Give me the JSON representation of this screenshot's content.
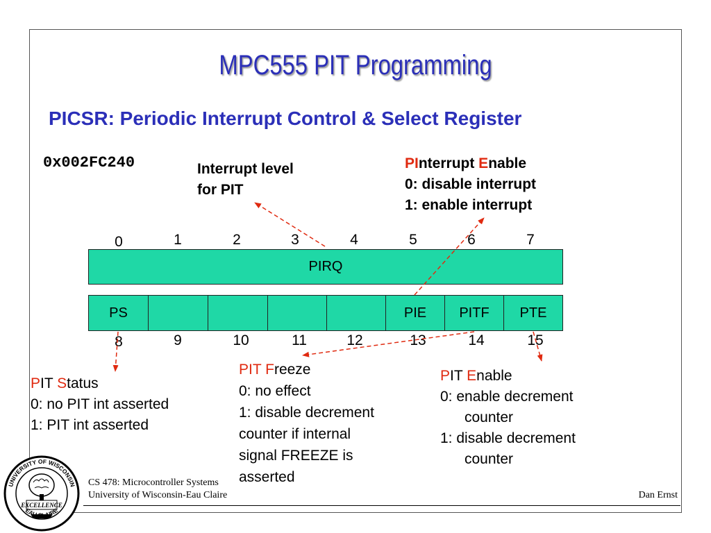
{
  "slide": {
    "title": "MPC555 PIT Programming",
    "subtitle": "PICSR: Periodic Interrupt Control & Select Register",
    "address": "0x002FC240"
  },
  "annotations": {
    "irq_level": {
      "line1": "Interrupt level",
      "line2": "for PIT"
    },
    "pie": {
      "p": "PI",
      "interrupt": "nterrupt ",
      "e": "E",
      "nable": "nable",
      "line2": "0: disable interrupt",
      "line3": "1: enable interrupt"
    },
    "ps": {
      "p": "P",
      "it": "IT ",
      "s": "S",
      "tatus": "tatus",
      "line2": "0: no PIT int asserted",
      "line3": "1: PIT int asserted"
    },
    "pitf": {
      "pit": "PIT ",
      "f": "F",
      "reeze": "reeze",
      "line2": "0: no effect",
      "line3": "1: disable decrement",
      "line4": "counter if internal",
      "line5": "signal FREEZE is",
      "line6": "asserted"
    },
    "pte": {
      "p": "P",
      "it": "IT ",
      "e": "E",
      "nable": "nable",
      "line2": "0: enable decrement",
      "line3": "counter",
      "line4": "1: disable decrement",
      "line5": "counter"
    }
  },
  "register": {
    "top_bits": [
      "0",
      "1",
      "2",
      "3",
      "4",
      "5",
      "6",
      "7"
    ],
    "top_field": "PIRQ",
    "bottom_bits": [
      "8",
      "9",
      "10",
      "11",
      "12",
      "13",
      "14",
      "15"
    ],
    "bottom_fields": [
      "PS",
      "",
      "",
      "",
      "",
      "PIE",
      "PITF",
      "PTE"
    ]
  },
  "footer": {
    "course": "CS 478: Microcontroller Systems",
    "university": "University of Wisconsin-Eau Claire",
    "author": "Dan Ernst"
  },
  "logo": {
    "top_text": "UNIVERSITY OF WISCONSIN",
    "banner": "EXCELLENCE",
    "bottom_text": "EAU CLAIRE"
  },
  "colors": {
    "title": "#2b2fb8",
    "accent_red": "#e02a10",
    "register_fill": "#1fd8a6",
    "arrow": "#e02a10"
  }
}
